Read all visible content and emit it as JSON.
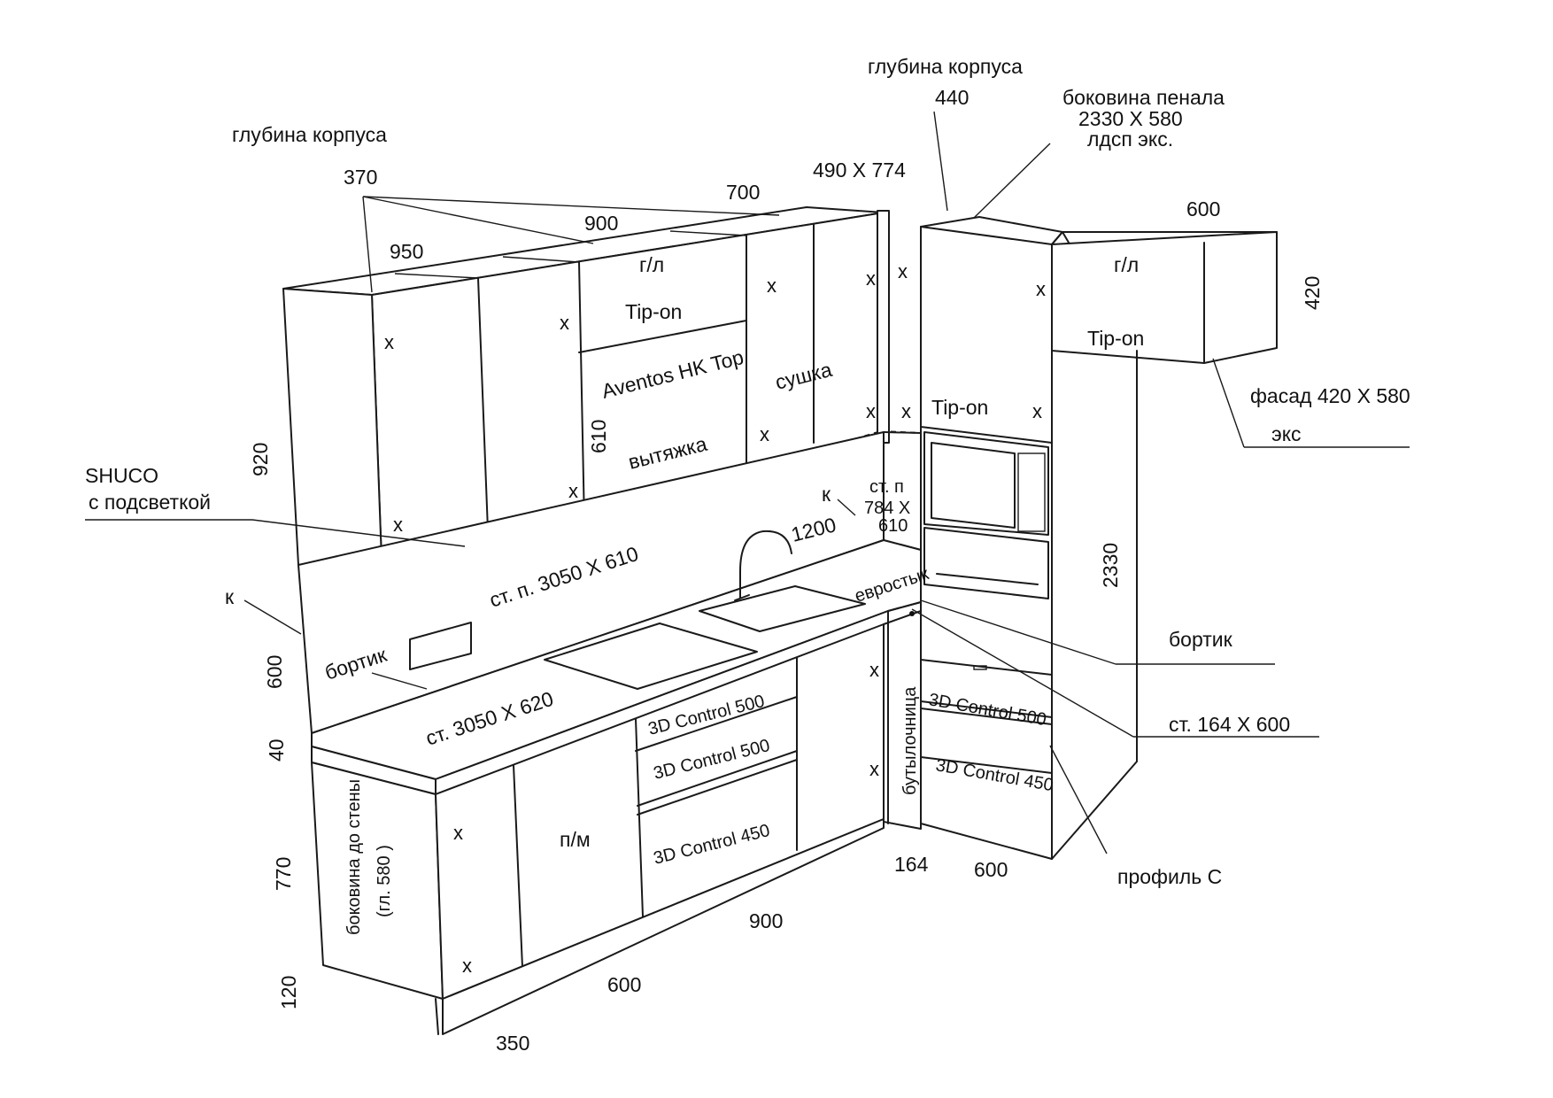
{
  "labels": {
    "depth_left_title": "глубина корпуса",
    "depth_left_value": "370",
    "depth_right_title": "глубина корпуса",
    "depth_right_value": "440",
    "width_950": "950",
    "width_900": "900",
    "width_700": "700",
    "corner_size": "490 X 774",
    "pencil_side_title": "боковина пенала",
    "pencil_side_size": "2330 X 580",
    "pencil_side_material": "лдсп экс.",
    "top_right_width": "600",
    "top_right_height": "420",
    "facade_size": "фасад 420 X 580",
    "facade_material": "экс",
    "gl_1": "г/л",
    "gl_2": "г/л",
    "tipon_1": "Tip-on",
    "tipon_2": "Tip-on",
    "tipon_3": "Tip-on",
    "aventos": "Aventos HK Top",
    "sushka": "сушка",
    "vytyazhka": "вытяжка",
    "h610": "610",
    "h920": "920",
    "shuco_1": "SHUCO",
    "shuco_2": "с подсветкой",
    "k_left": "к",
    "k_right": "к",
    "st_p_small_1": "ст. п",
    "st_p_small_2": "784 X",
    "st_p_small_3": "610",
    "w1200": "1200",
    "st_p_main": "ст. п. 3050 X 610",
    "evrostyk": "евростык",
    "bortik_left": "бортик",
    "bortik_right": "бортик",
    "h600_backsplash": "600",
    "st_main": "ст. 3050 X 620",
    "st_small": "ст. 164 X 600",
    "h40": "40",
    "h770": "770",
    "h120": "120",
    "h2330": "2330",
    "side_to_wall_1": "боковина до стены",
    "side_to_wall_2": "(гл. 580 )",
    "pm": "п/м",
    "d500_a": "3D Control 500",
    "d500_b": "3D Control 500",
    "d450_a": "3D Control 450",
    "d500_c": "3D Control 500",
    "d450_b": "3D Control 450",
    "butylochnitsa": "бутылочница",
    "profile_c": "профиль С",
    "w164": "164",
    "w600_tall": "600",
    "w900_base": "900",
    "w600_base": "600",
    "w350_base": "350",
    "x_mark": "x"
  }
}
